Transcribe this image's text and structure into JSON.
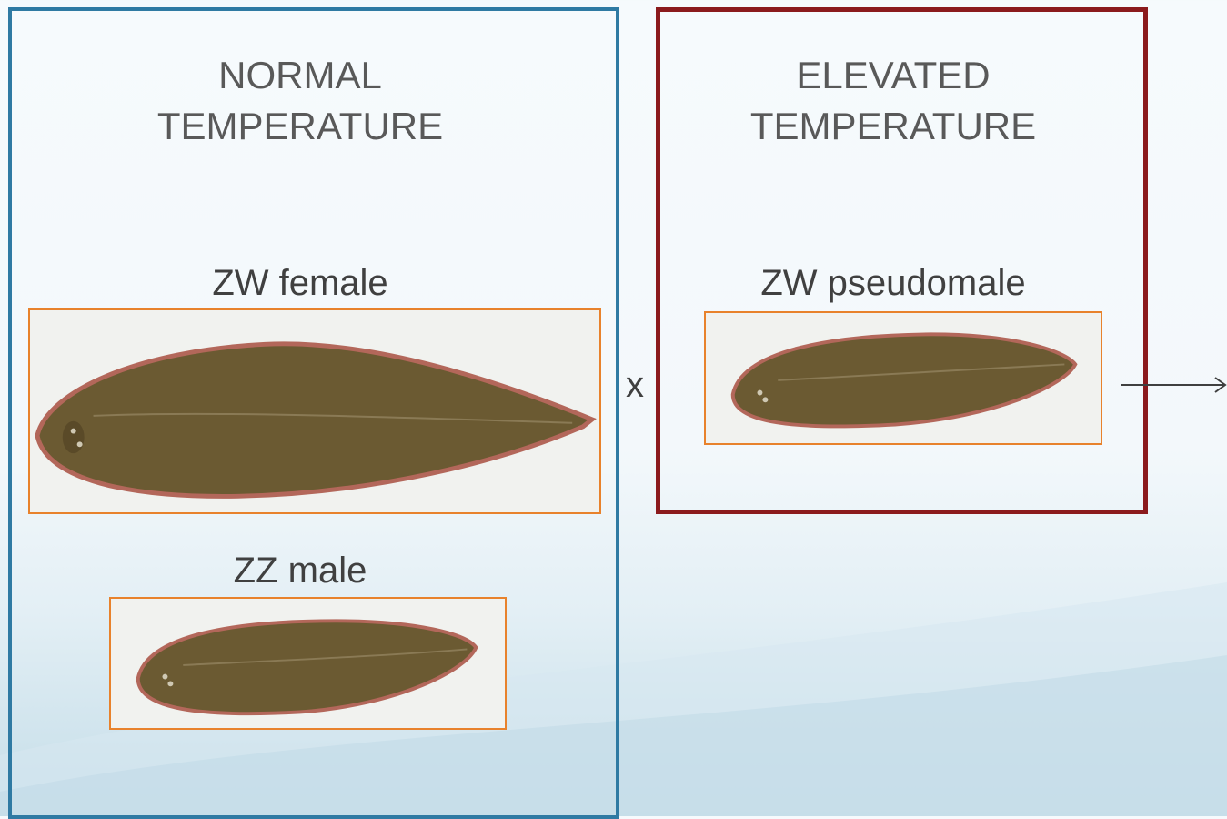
{
  "panels": {
    "normal": {
      "heading": "NORMAL\nTEMPERATURE",
      "female_label": "ZW female",
      "male_label": "ZZ male"
    },
    "elevated": {
      "heading": "ELEVATED\nTEMPERATURE",
      "pseudomale_label": "ZW pseudomale"
    }
  },
  "cross_symbol": "x",
  "colors": {
    "normal_border": "#2f7aa3",
    "elevated_border": "#8b1a1d",
    "photo_border": "#e8822c",
    "fish_body": "#6b5a32",
    "fish_edge": "#b3675a"
  },
  "icons": [
    "sole-fish-icon",
    "right-arrow-icon"
  ]
}
